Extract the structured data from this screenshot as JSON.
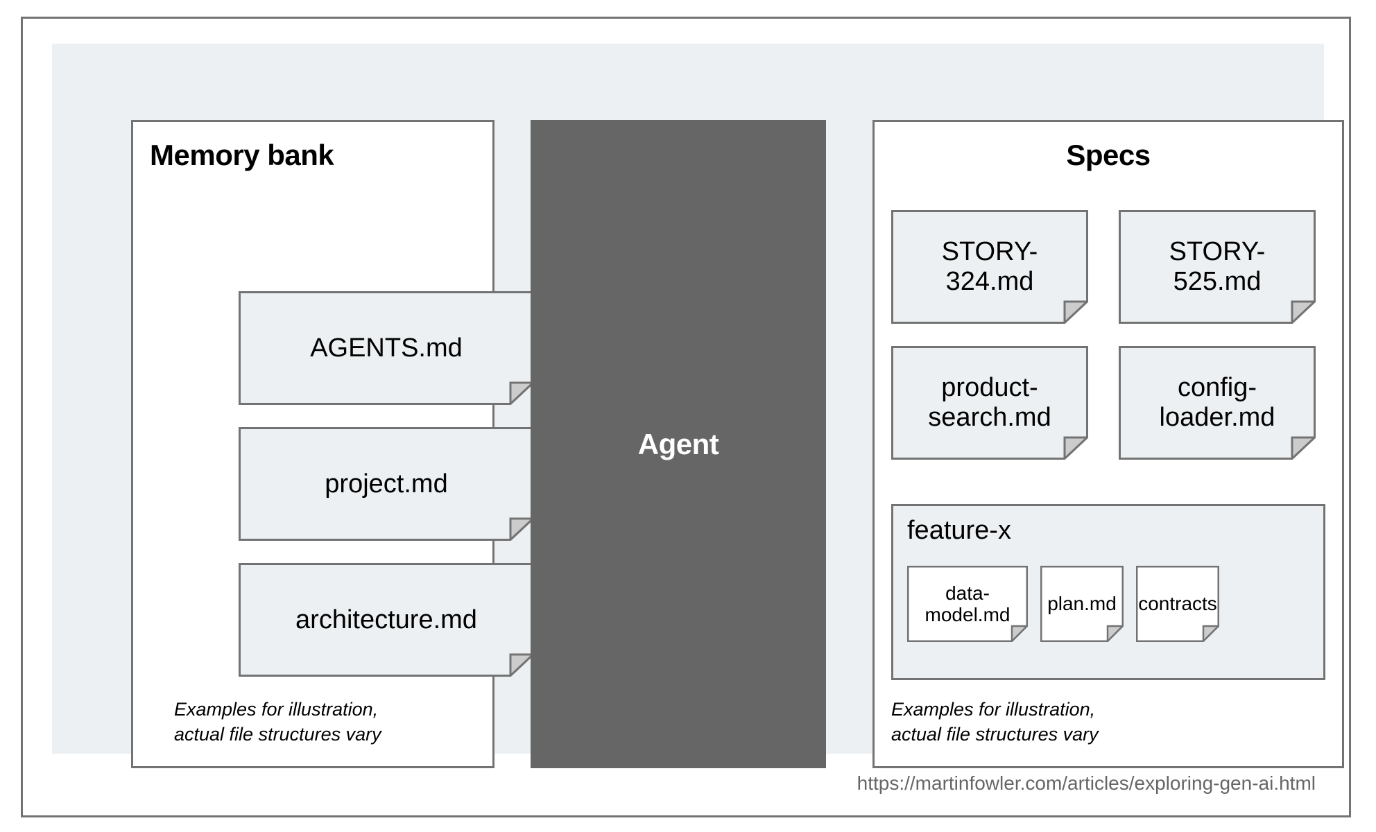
{
  "colors": {
    "frame_border": "#737373",
    "backdrop": "#ecf0f2",
    "panel_fill": "#ffffff",
    "doc_fill": "#ecf0f2",
    "doc_fill_nested": "#ffffff",
    "doc_border": "#737373",
    "fold_fill": "#cccccc",
    "agent_fill": "#666666",
    "agent_text": "#ffffff",
    "url_text": "#666666"
  },
  "memory_bank": {
    "title": "Memory bank",
    "docs": [
      {
        "label": "AGENTS.md"
      },
      {
        "label": "project.md"
      },
      {
        "label": "architecture.md"
      }
    ],
    "caption": "Examples for illustration,\nactual file structures vary"
  },
  "agent": {
    "label": "Agent"
  },
  "specs": {
    "title": "Specs",
    "docs": [
      {
        "label": "STORY-324.md"
      },
      {
        "label": "STORY-525.md"
      },
      {
        "label": "product-search.md"
      },
      {
        "label": "config-loader.md"
      }
    ],
    "feature_group": {
      "title": "feature-x",
      "docs": [
        {
          "label": "data-model.md"
        },
        {
          "label": "plan.md"
        },
        {
          "label": "contracts"
        }
      ]
    },
    "caption": "Examples for illustration,\nactual file structures vary"
  },
  "footer": {
    "source_url": "https://martinfowler.com/articles/exploring-gen-ai.html"
  }
}
